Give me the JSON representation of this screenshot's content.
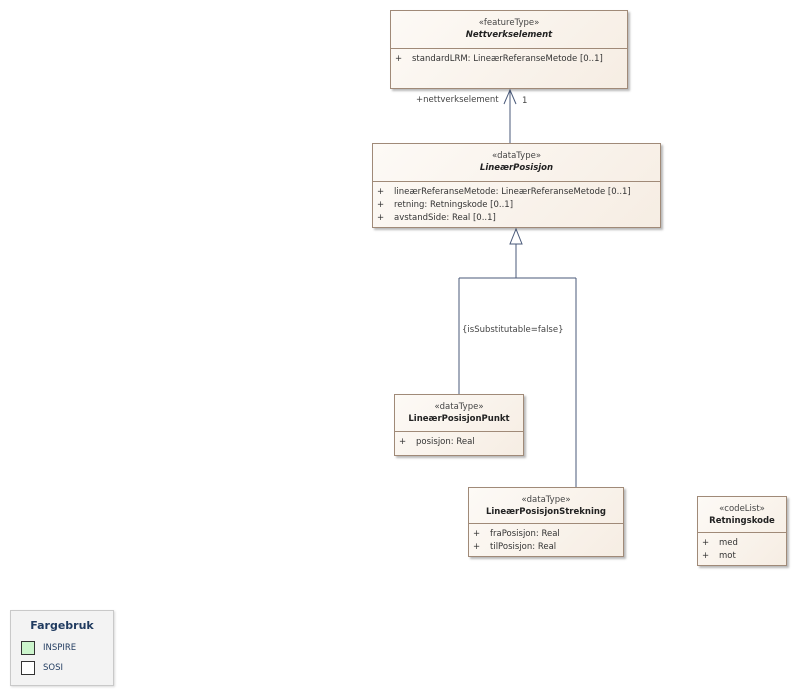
{
  "classes": {
    "nettverkselement": {
      "stereotype": "«featureType»",
      "name": "Nettverkselement",
      "attributes": [
        {
          "vis": "+",
          "text": "standardLRM: LineærReferanseMetode [0..1]"
        }
      ]
    },
    "linear_posisjon": {
      "stereotype": "«dataType»",
      "name": "LineærPosisjon",
      "attributes": [
        {
          "vis": "+",
          "text": "lineærReferanseMetode: LineærReferanseMetode [0..1]"
        },
        {
          "vis": "+",
          "text": "retning: Retningskode [0..1]"
        },
        {
          "vis": "+",
          "text": "avstandSide: Real [0..1]"
        }
      ]
    },
    "linear_posisjon_punkt": {
      "stereotype": "«dataType»",
      "name": "LineærPosisjonPunkt",
      "attributes": [
        {
          "vis": "+",
          "text": "posisjon: Real"
        }
      ]
    },
    "linear_posisjon_strekning": {
      "stereotype": "«dataType»",
      "name": "LineærPosisjonStrekning",
      "attributes": [
        {
          "vis": "+",
          "text": "fraPosisjon: Real"
        },
        {
          "vis": "+",
          "text": "tilPosisjon: Real"
        }
      ]
    },
    "retningskode": {
      "stereotype": "«codeList»",
      "name": "Retningskode",
      "attributes": [
        {
          "vis": "+",
          "text": "med"
        },
        {
          "vis": "+",
          "text": "mot"
        }
      ]
    }
  },
  "association": {
    "role": "+nettverkselement",
    "multiplicity": "1"
  },
  "generalization": {
    "constraint": "{isSubstitutable=false}"
  },
  "legend": {
    "title": "Fargebruk",
    "items": [
      {
        "label": "INSPIRE",
        "color": "#ccf5cc"
      },
      {
        "label": "SOSI",
        "color": "#ffffff"
      }
    ]
  },
  "colors": {
    "line": "#4a5a7a",
    "class_border": "#a08a78"
  }
}
